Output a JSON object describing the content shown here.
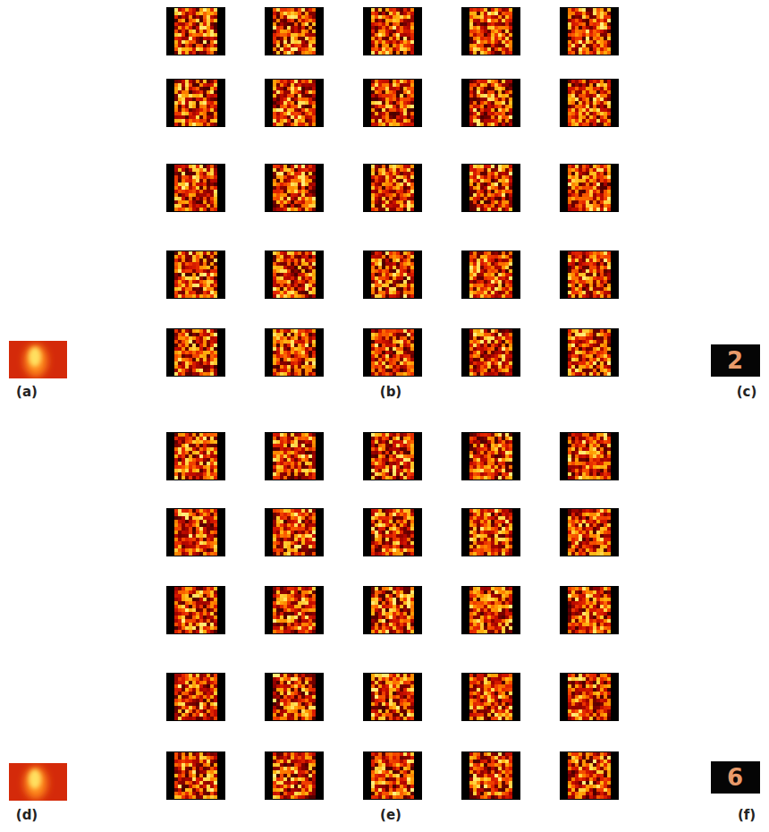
{
  "diagram": {
    "labels": [
      "2",
      "(a)",
      "(b)",
      "(c)",
      "6",
      "(d)",
      "(e)",
      "(f)"
    ]
  }
}
